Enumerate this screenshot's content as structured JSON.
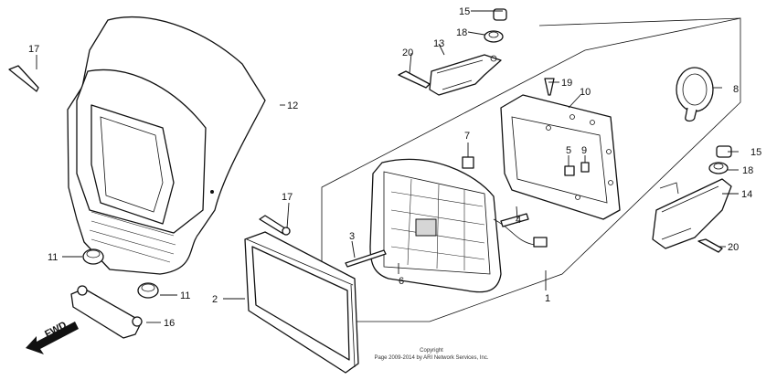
{
  "parts": [
    {
      "id": "p1",
      "number": "1"
    },
    {
      "id": "p2",
      "number": "2"
    },
    {
      "id": "p3",
      "number": "3"
    },
    {
      "id": "p4",
      "number": "4"
    },
    {
      "id": "p5",
      "number": "5"
    },
    {
      "id": "p6",
      "number": "6"
    },
    {
      "id": "p7",
      "number": "7"
    },
    {
      "id": "p8",
      "number": "8"
    },
    {
      "id": "p9",
      "number": "9"
    },
    {
      "id": "p10",
      "number": "10"
    },
    {
      "id": "p11a",
      "number": "11"
    },
    {
      "id": "p11b",
      "number": "11"
    },
    {
      "id": "p12",
      "number": "12"
    },
    {
      "id": "p13",
      "number": "13"
    },
    {
      "id": "p14",
      "number": "14"
    },
    {
      "id": "p15a",
      "number": "15"
    },
    {
      "id": "p15b",
      "number": "15"
    },
    {
      "id": "p16",
      "number": "16"
    },
    {
      "id": "p17a",
      "number": "17"
    },
    {
      "id": "p17b",
      "number": "17"
    },
    {
      "id": "p18a",
      "number": "18"
    },
    {
      "id": "p18b",
      "number": "18"
    },
    {
      "id": "p19",
      "number": "19"
    },
    {
      "id": "p20a",
      "number": "20"
    },
    {
      "id": "p20b",
      "number": "20"
    }
  ],
  "direction_marker": "FWD",
  "copyright": {
    "line1": "Copyright",
    "line2": "Page 2009-2014 by ARI Network Services, Inc."
  }
}
